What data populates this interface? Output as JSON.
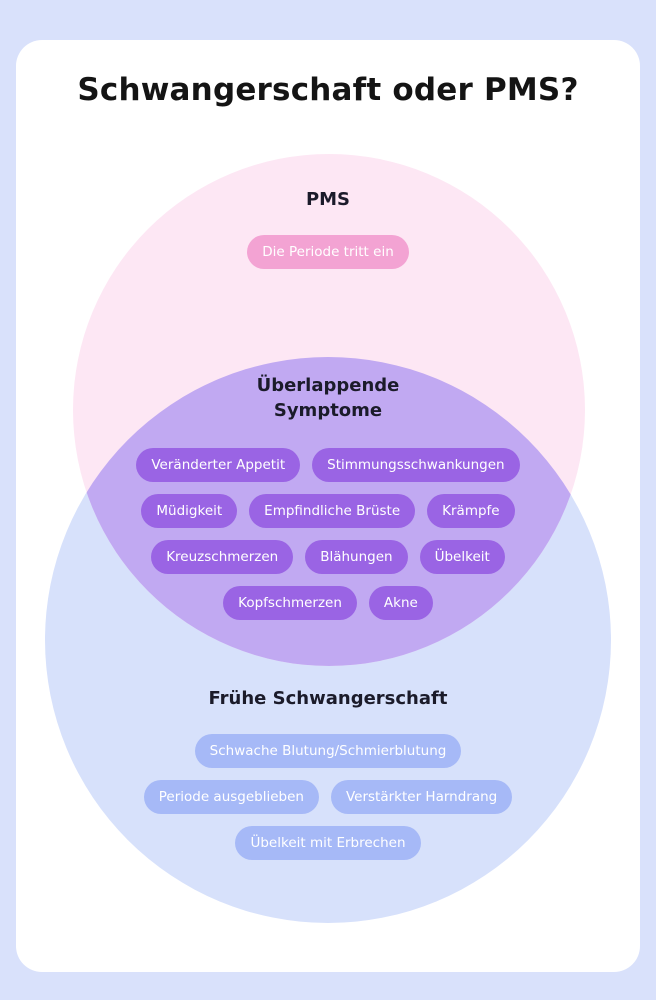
{
  "title": "Schwangerschaft oder PMS?",
  "pms": {
    "label": "PMS",
    "symptoms": [
      "Die Periode tritt ein"
    ]
  },
  "overlap": {
    "label_line1": "Überlappende",
    "label_line2": "Symptome",
    "rows": [
      [
        "Veränderter Appetit",
        "Stimmungsschwankungen"
      ],
      [
        "Müdigkeit",
        "Empfindliche Brüste",
        "Krämpfe"
      ],
      [
        "Kreuzschmerzen",
        "Blähungen",
        "Übelkeit"
      ],
      [
        "Kopfschmerzen",
        "Akne"
      ]
    ]
  },
  "pregnancy": {
    "label": "Frühe Schwangerschaft",
    "rows": [
      [
        "Schwache Blutung/Schmierblutung"
      ],
      [
        "Periode ausgeblieben",
        "Verstärkter Harndrang"
      ],
      [
        "Übelkeit mit Erbrechen"
      ]
    ]
  },
  "colors": {
    "page_background": "#d9e1fb",
    "pms_circle": "#fde7f4",
    "pregnancy_circle": "#d7e1fb",
    "overlap_region": "#c1a9f2",
    "pms_pill": "#f3a3d3",
    "overlap_pill": "#9a64e4",
    "pregnancy_pill": "#a6b9f7"
  }
}
